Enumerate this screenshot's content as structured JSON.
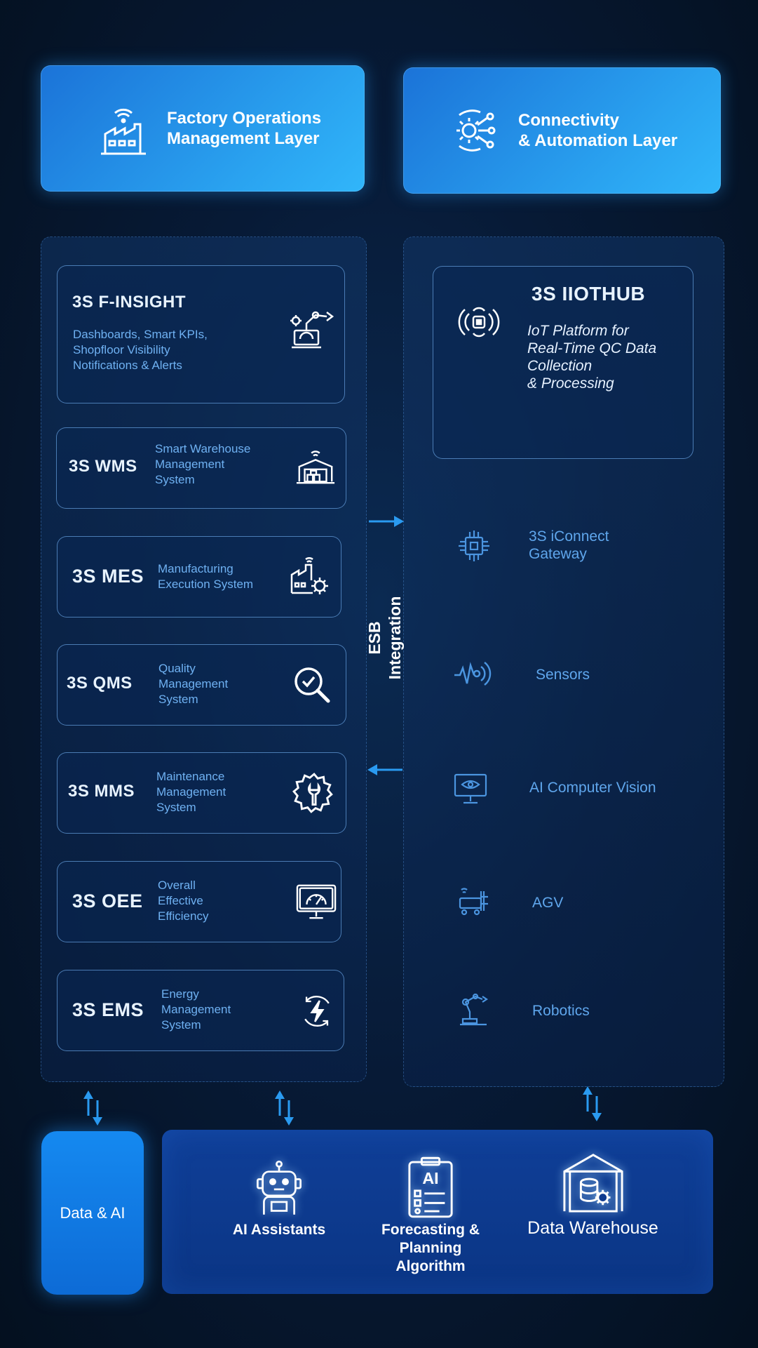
{
  "header_left": {
    "line1": "Factory Operations",
    "line2": "Management Layer"
  },
  "header_right": {
    "line1": "Connectivity",
    "line2": "& Automation Layer"
  },
  "left_cards": [
    {
      "code": "3S F-INSIGHT",
      "desc": [
        "Dashboards, Smart KPIs,",
        "Shopfloor Visibility",
        "Notifications & Alerts"
      ],
      "icon": "robotic-arm-icon"
    },
    {
      "code": "3S WMS",
      "desc": [
        "Smart Warehouse",
        "Management",
        "System"
      ],
      "icon": "warehouse-icon"
    },
    {
      "code": "3S MES",
      "desc": [
        "Manufacturing",
        "Execution System"
      ],
      "icon": "factory-gear-icon"
    },
    {
      "code": "3S QMS",
      "desc": [
        "Quality",
        "Management",
        "System"
      ],
      "icon": "magnifier-check-icon"
    },
    {
      "code": "3S MMS",
      "desc": [
        "Maintenance",
        "Management",
        "System"
      ],
      "icon": "gear-wrench-icon"
    },
    {
      "code": "3S OEE",
      "desc": [
        "Overall",
        "Effective",
        "Efficiency"
      ],
      "icon": "gauge-monitor-icon"
    },
    {
      "code": "3S EMS",
      "desc": [
        "Energy",
        "Management",
        "System"
      ],
      "icon": "energy-cycle-icon"
    }
  ],
  "iiothub": {
    "title": "3S IIOTHUB",
    "desc": [
      "IoT Platform for",
      "Real-Time QC Data",
      "Collection",
      "& Processing"
    ]
  },
  "right_items": [
    {
      "label": [
        "3S iConnect",
        "Gateway"
      ],
      "icon": "chip-icon"
    },
    {
      "label": [
        "Sensors"
      ],
      "icon": "sensor-wave-icon"
    },
    {
      "label": [
        "AI Computer Vision"
      ],
      "icon": "vision-monitor-icon"
    },
    {
      "label": [
        "AGV"
      ],
      "icon": "agv-icon"
    },
    {
      "label": [
        "Robotics"
      ],
      "icon": "robot-arm-icon"
    }
  ],
  "esb": {
    "line1": "ESB",
    "line2": "Integration"
  },
  "data_ai": "Data & AI",
  "bottom_items": [
    {
      "label": [
        "AI Assistants"
      ],
      "icon": "robot-assistant-icon"
    },
    {
      "label": [
        "Forecasting &",
        "Planning",
        "Algorithm"
      ],
      "icon": "ai-clipboard-icon"
    },
    {
      "label": [
        "Data Warehouse"
      ],
      "icon": "database-warehouse-icon"
    }
  ],
  "colors": {
    "accent": "#2aa3f0",
    "card_text": "#6fb1f2",
    "background": "#071a36"
  }
}
